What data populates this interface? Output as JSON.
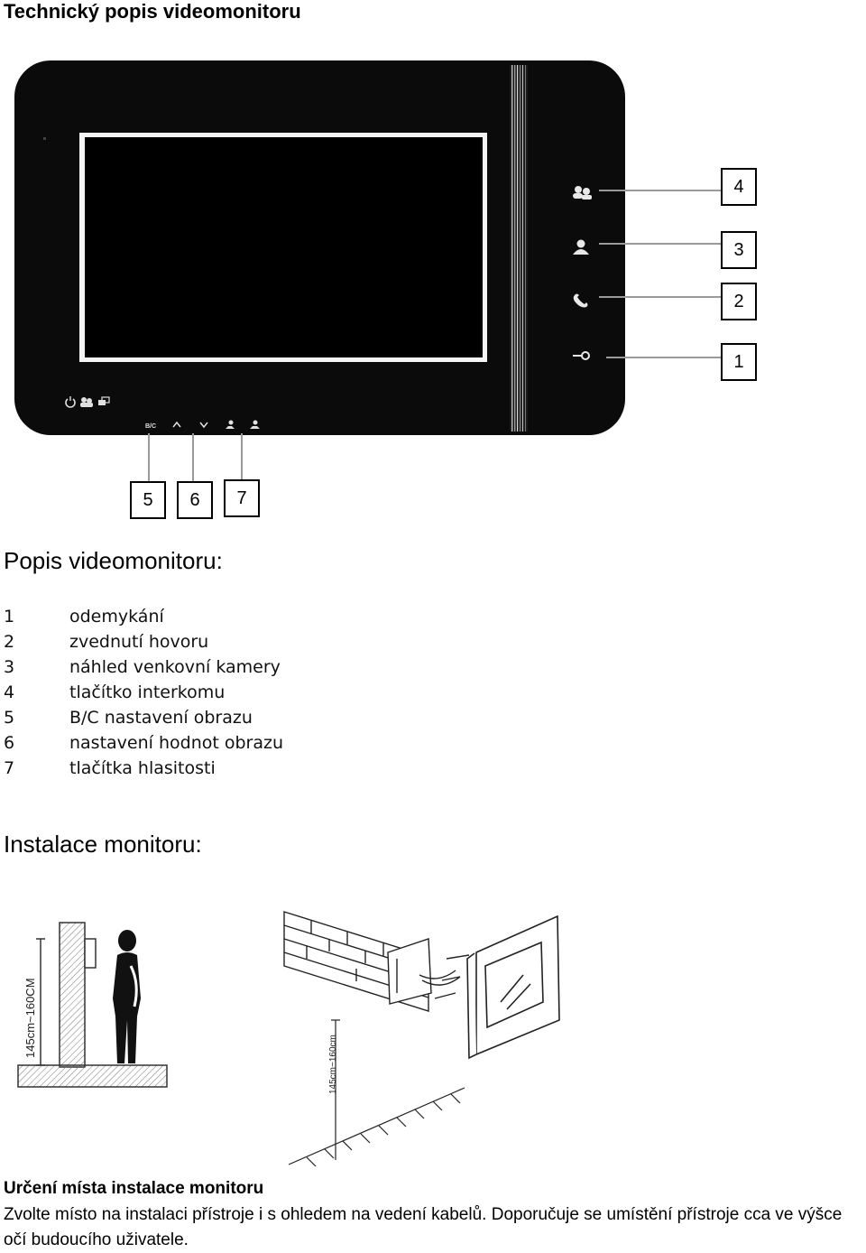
{
  "page_title": "Technický popis videomonitoru",
  "callouts": {
    "c1": "1",
    "c2": "2",
    "c3": "3",
    "c4": "4",
    "c5": "5",
    "c6": "6",
    "c7": "7"
  },
  "monitor_buttons": {
    "bc": "B/C"
  },
  "description_heading": "Popis videomonitoru:",
  "description_items": [
    {
      "num": "1",
      "text": "odemykání"
    },
    {
      "num": "2",
      "text": "zvednutí hovoru"
    },
    {
      "num": "3",
      "text": "náhled venkovní kamery"
    },
    {
      "num": "4",
      "text": "tlačítko interkomu"
    },
    {
      "num": "5",
      "text": "B/C nastavení obrazu"
    },
    {
      "num": "6",
      "text": "nastavení hodnot obrazu"
    },
    {
      "num": "7",
      "text": "tlačítka hlasitosti"
    }
  ],
  "installation_heading": "Instalace monitoru:",
  "diagram": {
    "left_height_label": "145cm~160CM",
    "right_height_label": "145cm~160cm"
  },
  "placement_heading": "Určení místa instalace monitoru",
  "placement_text": "Zvolte místo na instalaci přístroje i s ohledem na vedení kabelů. Doporučuje se umístění přístroje cca ve výšce očí budoucího uživatele."
}
